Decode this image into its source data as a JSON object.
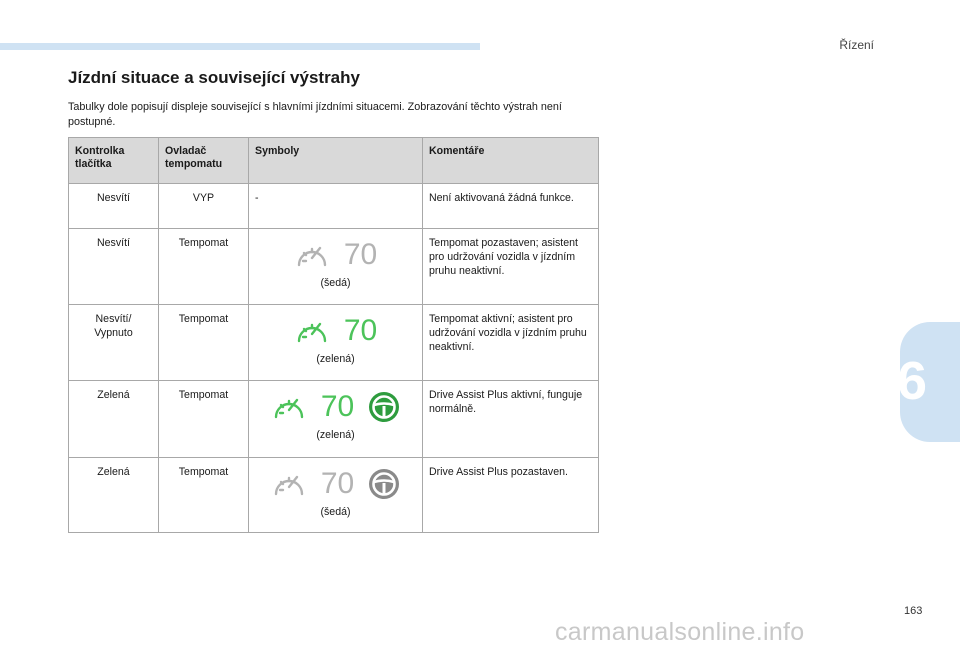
{
  "header": {
    "section": "Řízení"
  },
  "chapter": {
    "number": "6"
  },
  "title": "Jízdní situace a související výstrahy",
  "intro": "Tabulky dole popisují displeje související s hlavními jízdními situacemi. Zobrazování těchto výstrah není postupné.",
  "table": {
    "headers": [
      "Kontrolka tlačítka",
      "Ovladač tempomatu",
      "Symboly",
      "Komentáře"
    ],
    "rows": [
      {
        "kontrolka": "Nesvítí",
        "ovladac": "VYP",
        "symbol_text": "-",
        "komentar": "Není aktivovaná žádná funkce."
      },
      {
        "kontrolka": "Nesvítí",
        "ovladac": "Tempomat",
        "speed": "70",
        "caption": "(šedá)",
        "komentar": "Tempomat pozastaven; asistent pro udržování vozidla v jízdním pruhu neaktivní."
      },
      {
        "kontrolka": "Nesvítí/ Vypnuto",
        "ovladac": "Tempomat",
        "speed": "70",
        "caption": "(zelená)",
        "komentar": "Tempomat aktivní; asistent pro udržování vozidla v jízdním pruhu neaktivní."
      },
      {
        "kontrolka": "Zelená",
        "ovladac": "Tempomat",
        "speed": "70",
        "caption": "(zelená)",
        "komentar": "Drive Assist Plus aktivní, funguje normálně."
      },
      {
        "kontrolka": "Zelená",
        "ovladac": "Tempomat",
        "speed": "70",
        "caption": "(šedá)",
        "komentar": "Drive Assist Plus pozastaven."
      }
    ]
  },
  "icons": {
    "speedometer": "speedometer-icon",
    "steering": "steering-wheel-icon"
  },
  "colors": {
    "grey": "#b3b3b3",
    "green": "#4cc35a",
    "steering_green": "#2e9c3e",
    "steering_grey": "#8a8a8a"
  },
  "footer": {
    "page_number": "163",
    "watermark": "carmanualsonline.info"
  }
}
